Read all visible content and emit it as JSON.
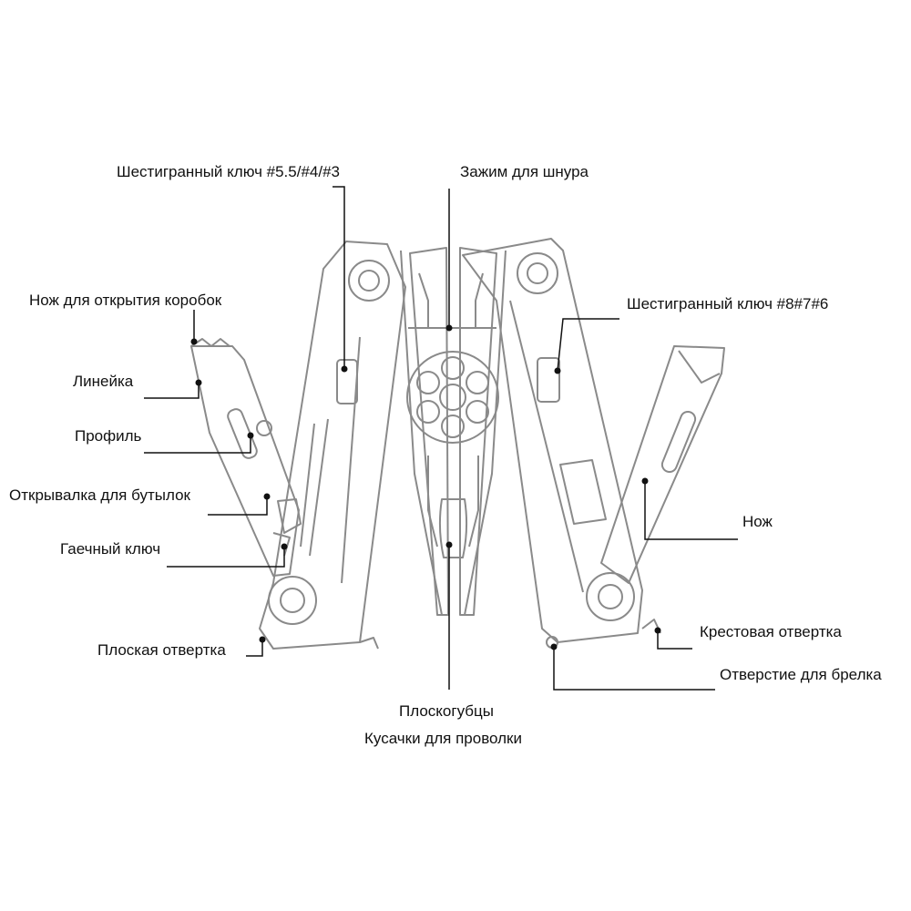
{
  "labels": {
    "hex_key_small": "Шестигранный ключ #5.5/#4/#3",
    "cord_clamp": "Зажим для шнура",
    "box_knife": "Нож для открытия коробок",
    "hex_key_large": "Шестигранный ключ #8#7#6",
    "ruler": "Линейка",
    "profile": "Профиль",
    "bottle_opener": "Открывалка для бутылок",
    "knife": "Нож",
    "wrench": "Гаечный ключ",
    "phillips": "Крестовая отвертка",
    "flat_screwdriver": "Плоская отвертка",
    "keyring_hole": "Отверстие для брелка",
    "pliers": "Плоскогубцы",
    "wire_cutters": "Кусачки для проволки"
  },
  "colors": {
    "line": "#111111",
    "outline": "#8a8a8a",
    "fill": "#ffffff"
  }
}
